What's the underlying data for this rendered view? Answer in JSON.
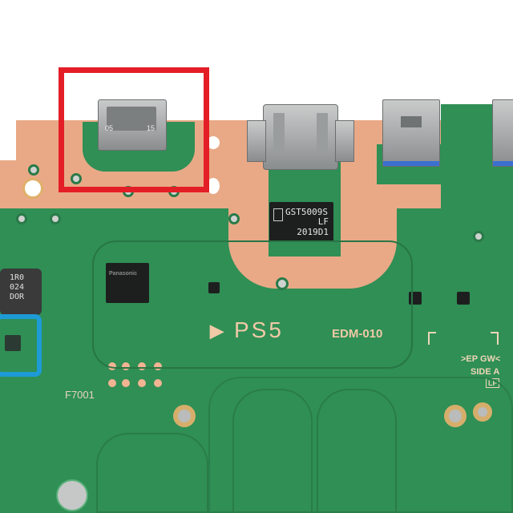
{
  "image": {
    "subject": "PlayStation 5 motherboard edge with I/O ports",
    "highlight_box": {
      "color": "#e41e26",
      "label": "highlighted HDMI connector region"
    },
    "blue_box": {
      "color": "#1e9ad6"
    }
  },
  "silkscreen": {
    "brand": "PS5",
    "model": "EDM-010",
    "ep_gw": ">EP GW<",
    "side": "SIDE A",
    "ref_f7001": "F7001",
    "lf_mark": "LF"
  },
  "components": {
    "hdmi_small_labels": [
      "05",
      "15"
    ],
    "hdmi_chip": {
      "line1": "GST5009S",
      "line2": "LF",
      "line3": "2019D1"
    },
    "inductor": {
      "line1": "1R0",
      "line2": "024",
      "line3": "DOR"
    },
    "panasonic_chip": {
      "brand": "Panasonic"
    }
  },
  "colors": {
    "pcb_green": "#2f8f55",
    "copper": "#e9a986",
    "background": "#ffffff",
    "red_box": "#e41e26",
    "blue_box": "#1e9ad6"
  }
}
